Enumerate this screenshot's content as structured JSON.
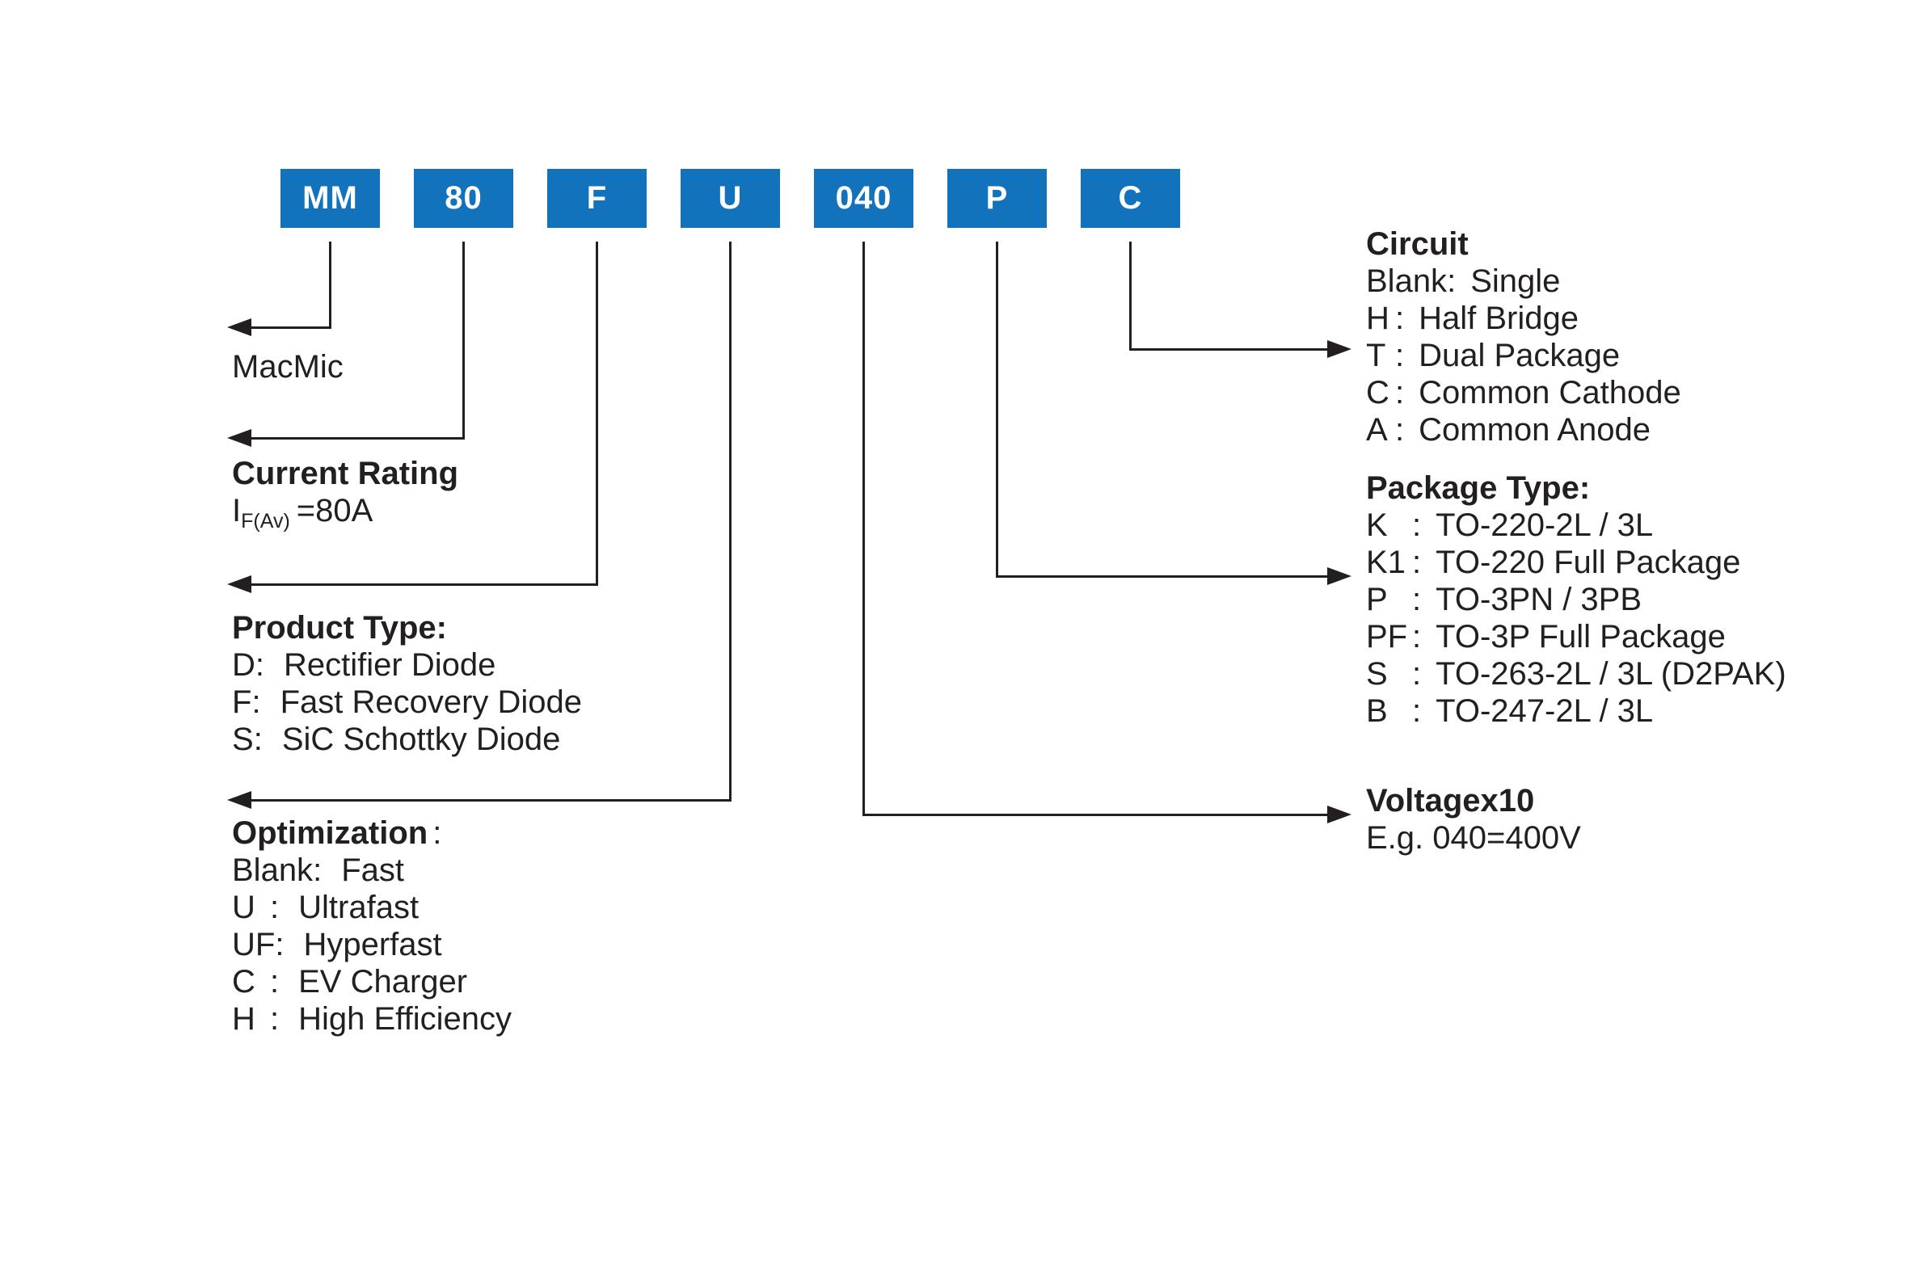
{
  "colors": {
    "box_blue": "#1272bc",
    "ink": "#231f20"
  },
  "part_code": {
    "segments": [
      {
        "code": "MM"
      },
      {
        "code": "80"
      },
      {
        "code": "F"
      },
      {
        "code": "U"
      },
      {
        "code": "040"
      },
      {
        "code": "P"
      },
      {
        "code": "C"
      }
    ]
  },
  "sections": {
    "brand": {
      "label": "MacMic"
    },
    "current_rating": {
      "heading": "Current Rating",
      "symbol": "I",
      "symbol_sub": "F(Av)",
      "value": "=80A"
    },
    "product_type": {
      "heading": "Product Type:",
      "sep": ":",
      "items": [
        {
          "key": "D",
          "value": "Rectifier Diode"
        },
        {
          "key": "F",
          "value": "Fast Recovery Diode"
        },
        {
          "key": "S",
          "value": "SiC Schottky Diode"
        }
      ]
    },
    "optimization": {
      "heading": "Optimization",
      "heading_colon": ":",
      "sep": ":",
      "items": [
        {
          "key": "Blank",
          "value": "Fast"
        },
        {
          "key": "U",
          "value": "Ultrafast"
        },
        {
          "key": "UF",
          "value": "Hyperfast"
        },
        {
          "key": "C",
          "value": "EV Charger"
        },
        {
          "key": "H",
          "value": "High Efficiency"
        }
      ]
    },
    "circuit": {
      "heading": "Circuit",
      "sep": ":",
      "items": [
        {
          "key": "Blank",
          "value": "Single"
        },
        {
          "key": "H",
          "value": "Half Bridge"
        },
        {
          "key": "T",
          "value": "Dual Package"
        },
        {
          "key": "C",
          "value": "Common Cathode"
        },
        {
          "key": "A",
          "value": "Common Anode"
        }
      ]
    },
    "package_type": {
      "heading": "Package Type:",
      "sep": ":",
      "items": [
        {
          "key": "K",
          "value": "TO-220-2L / 3L"
        },
        {
          "key": "K1",
          "value": "TO-220 Full Package"
        },
        {
          "key": "P",
          "value": "TO-3PN / 3PB"
        },
        {
          "key": "PF",
          "value": "TO-3P Full Package"
        },
        {
          "key": "S",
          "value": "TO-263-2L / 3L (D2PAK)"
        },
        {
          "key": "B",
          "value": "TO-247-2L / 3L"
        }
      ]
    },
    "voltage": {
      "heading": "Voltagex10",
      "example": "E.g. 040=400V"
    }
  }
}
